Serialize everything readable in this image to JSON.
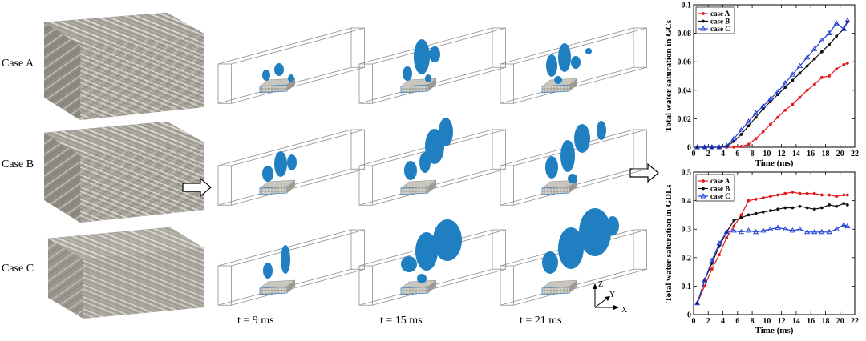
{
  "cases": [
    "Case A",
    "Case B",
    "Case C"
  ],
  "times": [
    "t = 9 ms",
    "t = 15 ms",
    "t = 21 ms"
  ],
  "axes_triad": {
    "z": "Z",
    "y": "Y",
    "x": "X"
  },
  "colors": {
    "A": "#e41a1c",
    "B": "#111111",
    "C": "#1f3bd6",
    "water": "#1f7fc0",
    "fiber": "#a8a49c"
  },
  "chart_data": [
    {
      "type": "line",
      "title": "",
      "xlabel": "Time (ms)",
      "ylabel": "Total water saturation in GCs",
      "xlim": [
        0,
        22
      ],
      "ylim": [
        0,
        0.1
      ],
      "xticks": [
        0,
        2,
        4,
        6,
        8,
        10,
        12,
        14,
        16,
        18,
        20,
        22
      ],
      "yticks": [
        0,
        0.02,
        0.04,
        0.06,
        0.08,
        0.1
      ],
      "ytick_labels": [
        "0",
        "0.02",
        "0.04",
        "0.06",
        "0.08",
        "0.1"
      ],
      "legend_position": "top-left",
      "series": [
        {
          "name": "case A",
          "color": "#e41a1c",
          "marker": "circle",
          "x": [
            0.5,
            1.5,
            2.5,
            3.5,
            4.5,
            5.5,
            6.5,
            7.5,
            8.5,
            9.5,
            10.5,
            11.5,
            12.5,
            13.5,
            14.5,
            15.5,
            16.5,
            17.5,
            18.5,
            19.5,
            20.5,
            21
          ],
          "y": [
            0,
            0,
            0,
            0,
            0,
            0,
            0.0005,
            0.002,
            0.006,
            0.011,
            0.016,
            0.021,
            0.026,
            0.03,
            0.035,
            0.04,
            0.044,
            0.049,
            0.05,
            0.055,
            0.058,
            0.059
          ]
        },
        {
          "name": "case B",
          "color": "#111111",
          "marker": "circle",
          "x": [
            0.5,
            1.5,
            2.5,
            3.5,
            4.5,
            5.5,
            6.5,
            7.5,
            8.5,
            9.5,
            10.5,
            11.5,
            12.5,
            13.5,
            14.5,
            15.5,
            16.5,
            17.5,
            18.5,
            19.5,
            20.5,
            21
          ],
          "y": [
            0,
            0,
            0,
            0,
            0.0005,
            0.004,
            0.009,
            0.015,
            0.021,
            0.027,
            0.032,
            0.037,
            0.042,
            0.047,
            0.052,
            0.057,
            0.062,
            0.067,
            0.072,
            0.078,
            0.083,
            0.088
          ]
        },
        {
          "name": "case C",
          "color": "#1f3bd6",
          "marker": "triangle",
          "x": [
            0.5,
            1.5,
            2.5,
            3.5,
            4.5,
            5.5,
            6.5,
            7.5,
            8.5,
            9.5,
            10.5,
            11.5,
            12.5,
            13.5,
            14.5,
            15.5,
            16.5,
            17.5,
            18.5,
            19.5,
            20.5,
            21
          ],
          "y": [
            0,
            0,
            0,
            0,
            0.001,
            0.006,
            0.012,
            0.018,
            0.024,
            0.029,
            0.034,
            0.039,
            0.045,
            0.051,
            0.057,
            0.063,
            0.069,
            0.075,
            0.08,
            0.087,
            0.083,
            0.089
          ]
        }
      ]
    },
    {
      "type": "line",
      "title": "",
      "xlabel": "Time (ms)",
      "ylabel": "Total water saturation in GDLs",
      "xlim": [
        0,
        22
      ],
      "ylim": [
        0,
        0.5
      ],
      "xticks": [
        0,
        2,
        4,
        6,
        8,
        10,
        12,
        14,
        16,
        18,
        20,
        22
      ],
      "yticks": [
        0,
        0.1,
        0.2,
        0.3,
        0.4,
        0.5
      ],
      "ytick_labels": [
        "0",
        "0.1",
        "0.2",
        "0.3",
        "0.4",
        "0.5"
      ],
      "legend_position": "top-left",
      "series": [
        {
          "name": "case A",
          "color": "#e41a1c",
          "marker": "circle",
          "x": [
            0.5,
            1.5,
            2.5,
            3.5,
            4.5,
            5.5,
            6.5,
            7.5,
            8.5,
            9.5,
            10.5,
            11.5,
            12.5,
            13.5,
            14.5,
            15.5,
            16.5,
            17.5,
            18.5,
            19.5,
            20.5,
            21
          ],
          "y": [
            0.04,
            0.1,
            0.16,
            0.21,
            0.27,
            0.31,
            0.35,
            0.4,
            0.405,
            0.41,
            0.415,
            0.42,
            0.425,
            0.43,
            0.425,
            0.425,
            0.425,
            0.42,
            0.42,
            0.415,
            0.42,
            0.42
          ]
        },
        {
          "name": "case B",
          "color": "#111111",
          "marker": "circle",
          "x": [
            0.5,
            1.5,
            2.5,
            3.5,
            4.5,
            5.5,
            6.5,
            7.5,
            8.5,
            9.5,
            10.5,
            11.5,
            12.5,
            13.5,
            14.5,
            15.5,
            16.5,
            17.5,
            18.5,
            19.5,
            20.5,
            21
          ],
          "y": [
            0.04,
            0.12,
            0.18,
            0.24,
            0.29,
            0.33,
            0.34,
            0.35,
            0.355,
            0.36,
            0.365,
            0.37,
            0.375,
            0.375,
            0.38,
            0.375,
            0.37,
            0.375,
            0.385,
            0.38,
            0.39,
            0.385
          ]
        },
        {
          "name": "case C",
          "color": "#1f3bd6",
          "marker": "triangle",
          "x": [
            0.5,
            1.5,
            2.5,
            3.5,
            4.5,
            5.5,
            6.5,
            7.5,
            8.5,
            9.5,
            10.5,
            11.5,
            12.5,
            13.5,
            14.5,
            15.5,
            16.5,
            17.5,
            18.5,
            19.5,
            20.5,
            21
          ],
          "y": [
            0.04,
            0.12,
            0.19,
            0.25,
            0.29,
            0.295,
            0.29,
            0.295,
            0.29,
            0.295,
            0.3,
            0.305,
            0.3,
            0.295,
            0.3,
            0.29,
            0.29,
            0.29,
            0.29,
            0.3,
            0.315,
            0.31
          ]
        }
      ]
    }
  ]
}
